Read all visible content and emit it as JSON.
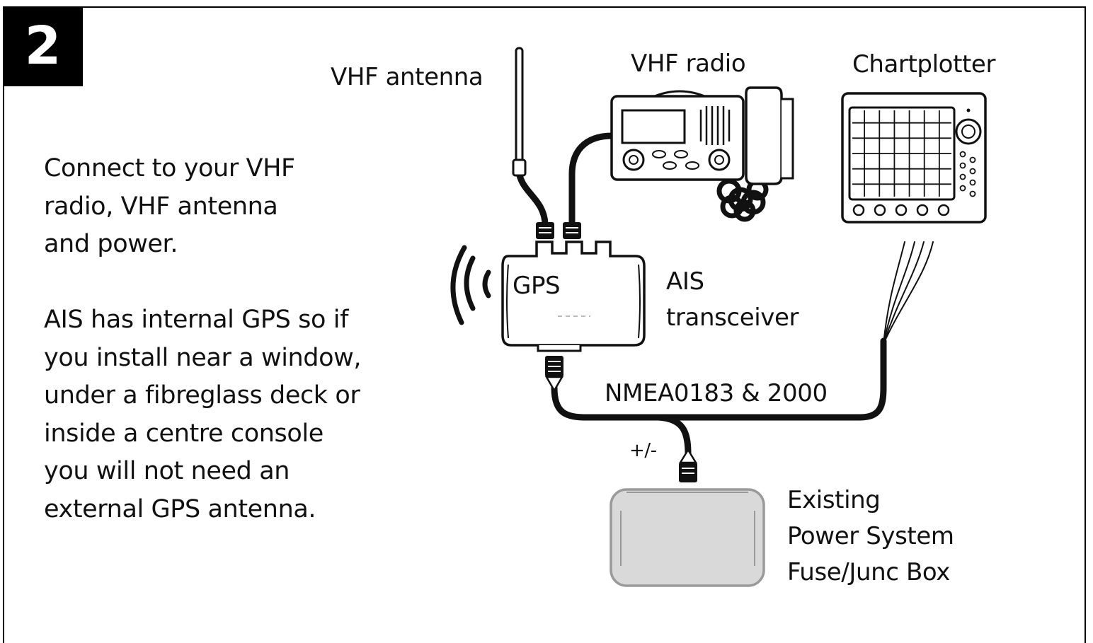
{
  "step": {
    "number": "2"
  },
  "instructions": {
    "paragraph1": "Connect to your VHF\nradio, VHF antenna\nand power.",
    "paragraph2": "AIS has internal GPS so if\nyou install near a window,\nunder a fibreglass deck or\ninside a centre console\nyou will not need an\nexternal GPS antenna."
  },
  "diagram": {
    "labels": {
      "vhf_antenna": "VHF antenna",
      "vhf_radio": "VHF radio",
      "chartplotter": "Chartplotter",
      "gps": "GPS",
      "ais_line1": "AIS",
      "ais_line2": "transceiver",
      "nmea": "NMEA0183 & 2000",
      "power_polarity": "+/-",
      "power_line1": "Existing",
      "power_line2": "Power System",
      "power_line3": "Fuse/Junc Box"
    },
    "colors": {
      "ink": "#111111",
      "fuse_box_fill": "#d9d9d9",
      "fuse_box_stroke": "#9a9a9a"
    },
    "icons": [
      "vhf-antenna-icon",
      "vhf-radio-icon",
      "chartplotter-icon",
      "ais-transceiver-icon",
      "gps-signal-icon",
      "fuse-box-icon",
      "cable-connector-icon"
    ]
  }
}
